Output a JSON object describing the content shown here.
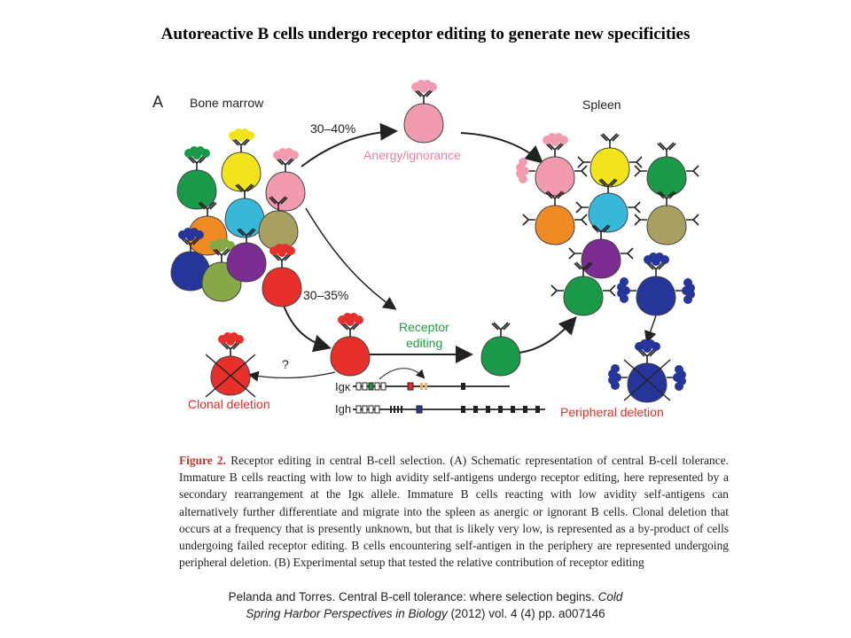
{
  "slide": {
    "title": "Autoreactive B cells undergo receptor editing to generate new specificities"
  },
  "diagram": {
    "panel_label": "A",
    "bone_marrow": "Bone marrow",
    "spleen": "Spleen",
    "pct_top": "30–40%",
    "pct_mid": "30–35%",
    "anergy": "Anergy/ignorance",
    "receptor_editing_1": "Receptor",
    "receptor_editing_2": "editing",
    "question": "?",
    "clonal_deletion": "Clonal deletion",
    "peripheral_deletion": "Peripheral deletion",
    "igk": "Igκ",
    "igh": "Igh",
    "colors": {
      "red": "#e8302a",
      "green": "#1a9a48",
      "pink": "#f29bb0",
      "yellow": "#f2e41a",
      "cyan": "#38b8d8",
      "orange": "#f08a22",
      "olive": "#a8a060",
      "navy": "#26359a",
      "purple": "#7a2c90",
      "lime": "#86a848",
      "label_red": "#e0302a",
      "label_green": "#20a040",
      "label_pink": "#f0809a"
    }
  },
  "caption": {
    "label": "Figure 2.",
    "text": " Receptor editing in central B-cell selection. (A) Schematic representation of central B-cell tolerance. Immature B cells reacting with low to high avidity self-antigens undergo receptor editing, here represented by a secondary rearrangement at the Igκ allele. Immature B cells reacting with low avidity self-antigens can alternatively further differentiate and migrate into the spleen as anergic or ignorant B cells. Clonal deletion that occurs at a frequency that is presently unknown, but that is likely very low, is represented as a by-product of cells undergoing failed receptor editing. B cells encountering self-antigen in the periphery are represented undergoing peripheral deletion. (B) Experimental setup that tested the relative contribution of receptor editing"
  },
  "citation": {
    "line1_plain": "Pelanda and Torres. Central B-cell tolerance: where selection begins. ",
    "line1_italic": "Cold",
    "line2_italic": "Spring Harbor Perspectives in Biology",
    "line2_plain": " (2012) vol. 4 (4) pp. a007146"
  }
}
